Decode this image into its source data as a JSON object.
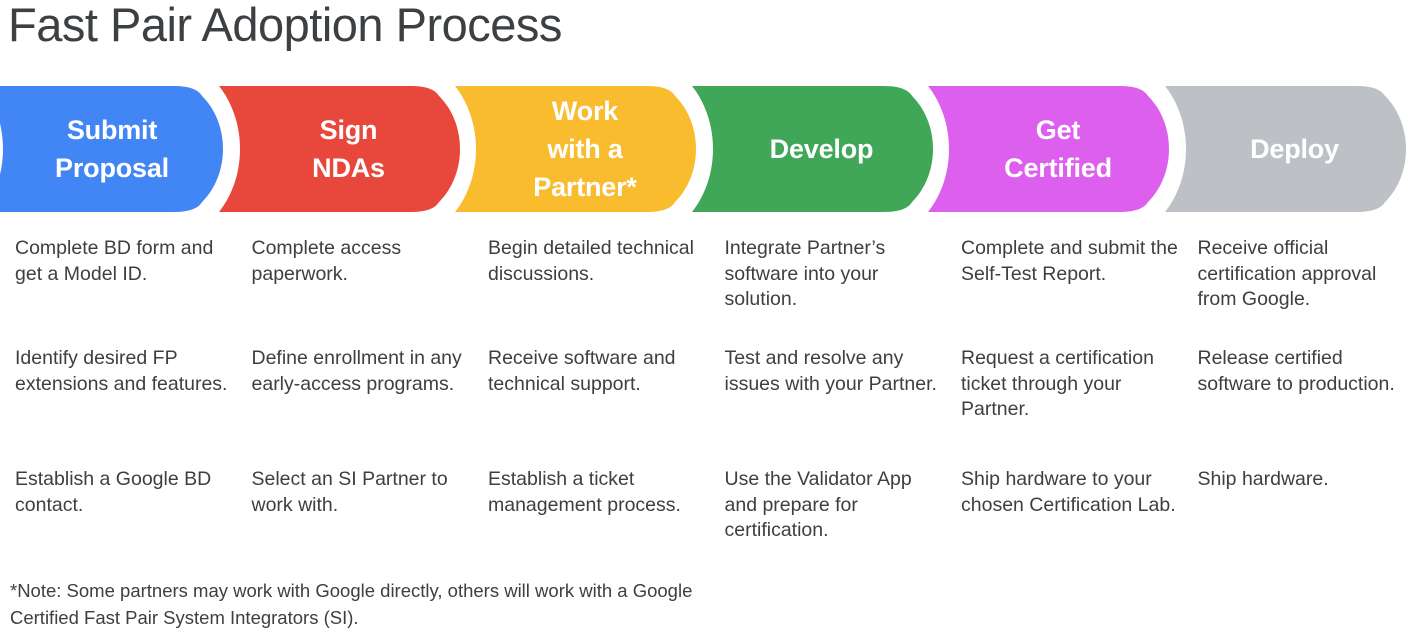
{
  "page_title": "Fast Pair Adoption Process",
  "colors": {
    "title_text": "#3c4043",
    "body_text": "#3c4043",
    "banner_text": "#ffffff",
    "background": "#ffffff",
    "stage_blue": "#4285f4",
    "stage_red": "#e8483c",
    "stage_yellow": "#f9bc2e",
    "stage_green": "#3fa757",
    "stage_magenta": "#dd5fee",
    "stage_gray": "#bdc1c6"
  },
  "stages": [
    {
      "id": "submit-proposal",
      "label": "Submit\nProposal",
      "color": "#4285f4",
      "items": [
        "Complete BD form and get a Model ID.",
        "Identify desired FP extensions and features.",
        "Establish a Google BD contact."
      ]
    },
    {
      "id": "sign-ndas",
      "label": "Sign\nNDAs",
      "color": "#e8483c",
      "items": [
        "Complete access paperwork.",
        "Define enrollment in any early-access programs.",
        "Select an SI Partner to work with."
      ]
    },
    {
      "id": "work-with-a-partner",
      "label": "Work\nwith a\nPartner*",
      "color": "#f9bc2e",
      "items": [
        "Begin detailed technical discussions.",
        "Receive software and technical support.",
        "Establish a ticket management process."
      ]
    },
    {
      "id": "develop",
      "label": "Develop",
      "color": "#3fa757",
      "items": [
        "Integrate Partner’s software into your solution.",
        "Test and resolve any issues with your Partner.",
        "Use the Validator App and prepare for certification."
      ]
    },
    {
      "id": "get-certified",
      "label": "Get\nCertified",
      "color": "#dd5fee",
      "items": [
        "Complete and submit the Self-Test Report.",
        "Request a certification ticket through your Partner.",
        "Ship hardware to your chosen Certification Lab."
      ]
    },
    {
      "id": "deploy",
      "label": "Deploy",
      "color": "#bdc1c6",
      "items": [
        "Receive official certification approval from Google.",
        "Release certified software to production.",
        "Ship hardware."
      ]
    }
  ],
  "footnote": "*Note: Some partners may work with Google directly, others will work with a Google Certified Fast Pair System Integrators (SI)."
}
